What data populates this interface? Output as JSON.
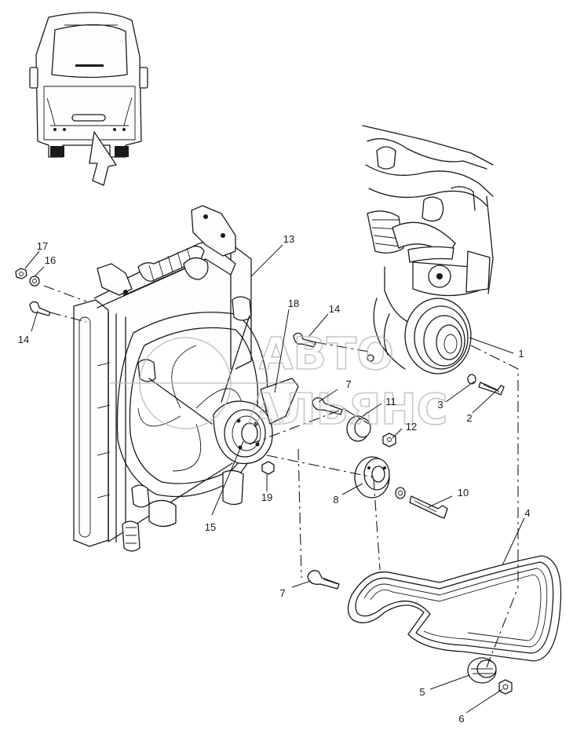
{
  "callouts": [
    {
      "id": "c1",
      "text": "1"
    },
    {
      "id": "c2",
      "text": "2"
    },
    {
      "id": "c3",
      "text": "3"
    },
    {
      "id": "c4",
      "text": "4"
    },
    {
      "id": "c5",
      "text": "5"
    },
    {
      "id": "c6",
      "text": "6"
    },
    {
      "id": "c7a",
      "text": "7"
    },
    {
      "id": "c7b",
      "text": "7"
    },
    {
      "id": "c8",
      "text": "8"
    },
    {
      "id": "c10",
      "text": "10"
    },
    {
      "id": "c11",
      "text": "11"
    },
    {
      "id": "c12",
      "text": "12"
    },
    {
      "id": "c13",
      "text": "13"
    },
    {
      "id": "c14a",
      "text": "14"
    },
    {
      "id": "c14b",
      "text": "14"
    },
    {
      "id": "c15",
      "text": "15"
    },
    {
      "id": "c16",
      "text": "16"
    },
    {
      "id": "c17",
      "text": "17"
    },
    {
      "id": "c18",
      "text": "18"
    },
    {
      "id": "c19",
      "text": "19"
    }
  ],
  "watermark": {
    "line1": "АВТО",
    "line2": "АЛЬЯНС"
  },
  "colors": {
    "ink": "#1a1a1a",
    "paper": "#ffffff",
    "watermark": "#b5b5b5"
  }
}
